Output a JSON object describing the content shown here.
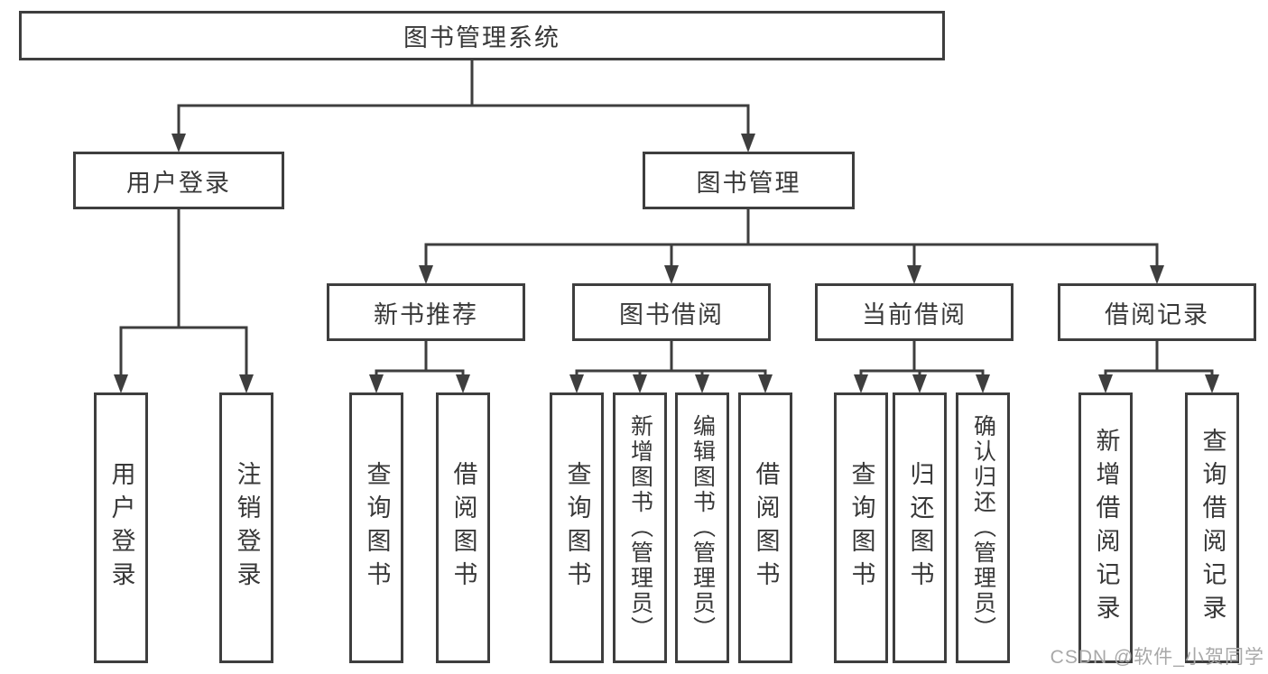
{
  "tree": {
    "label": "图书管理系统",
    "children": [
      {
        "label": "用户登录",
        "children": [
          {
            "label": "用户登录"
          },
          {
            "label": "注销登录"
          }
        ]
      },
      {
        "label": "图书管理",
        "children": [
          {
            "label": "新书推荐",
            "children": [
              {
                "label": "查询图书"
              },
              {
                "label": "借阅图书"
              }
            ]
          },
          {
            "label": "图书借阅",
            "children": [
              {
                "label": "查询图书"
              },
              {
                "label": "新增图书（管理员）"
              },
              {
                "label": "编辑图书（管理员）"
              },
              {
                "label": "借阅图书"
              }
            ]
          },
          {
            "label": "当前借阅",
            "children": [
              {
                "label": "查询图书"
              },
              {
                "label": "归还图书"
              },
              {
                "label": "确认归还（管理员）"
              }
            ]
          },
          {
            "label": "借阅记录",
            "children": [
              {
                "label": "新增借阅记录"
              },
              {
                "label": "查询借阅记录"
              }
            ]
          }
        ]
      }
    ]
  },
  "watermark": {
    "text": "CSDN @软件_小贺同学"
  },
  "colors": {
    "line": "#3e3e3e",
    "text": "#383838",
    "box_background": "#ffffff",
    "watermark": "#a8a8a8",
    "page_background": "#ffffff"
  }
}
